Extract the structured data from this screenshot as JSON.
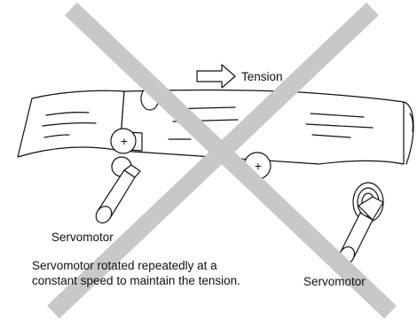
{
  "labels": {
    "tension": "Tension",
    "servomotor_left": "Servomotor",
    "servomotor_right": "Servomotor",
    "caption_line1": "Servomotor rotated repeatedly at a",
    "caption_line2": "constant speed to maintain the tension.",
    "roller_mark_1": "+",
    "roller_mark_2": "+"
  },
  "icons": [
    "tension-arrow-icon",
    "prohibition-cross-icon"
  ],
  "colors": {
    "cross": "#c8c8c8",
    "ink": "#111111"
  }
}
